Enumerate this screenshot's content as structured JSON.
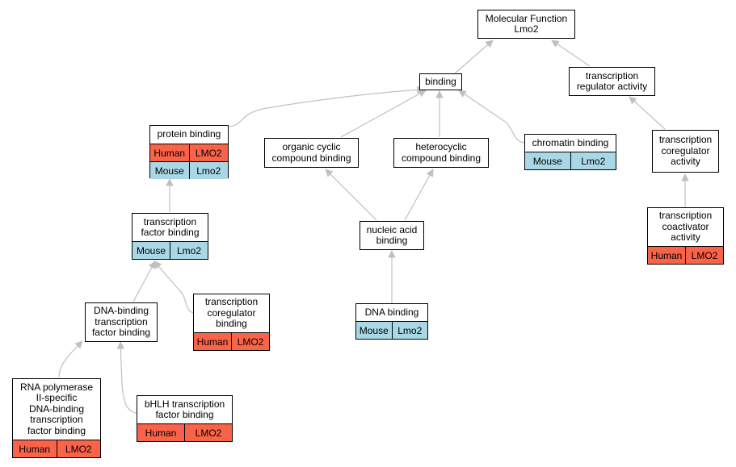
{
  "colors": {
    "human": "#fa6347",
    "mouse": "#a9d7e6",
    "edge": "#c0c0c0"
  },
  "nodes": {
    "mf_lmo2": {
      "label": "Molecular Function\nLmo2"
    },
    "binding": {
      "label": "binding"
    },
    "tr_activity": {
      "label": "transcription\nregulator activity"
    },
    "protein_binding": {
      "label": "protein binding",
      "rows": [
        [
          "Human",
          "LMO2"
        ],
        [
          "Mouse",
          "Lmo2"
        ]
      ]
    },
    "organic_cyclic": {
      "label": "organic cyclic\ncompound binding"
    },
    "heterocyclic": {
      "label": "heterocyclic\ncompound binding"
    },
    "chromatin": {
      "label": "chromatin binding",
      "rows": [
        [
          "Mouse",
          "Lmo2"
        ]
      ]
    },
    "tc_activity": {
      "label": "transcription\ncoregulator\nactivity"
    },
    "tf_binding": {
      "label": "transcription\nfactor binding",
      "rows": [
        [
          "Mouse",
          "Lmo2"
        ]
      ]
    },
    "nucleic_acid": {
      "label": "nucleic acid\nbinding"
    },
    "tcoact_activity": {
      "label": "transcription\ncoactivator\nactivity",
      "rows": [
        [
          "Human",
          "LMO2"
        ]
      ]
    },
    "dna_tf_binding": {
      "label": "DNA-binding\ntranscription\nfactor binding"
    },
    "tcoreg_binding": {
      "label": "transcription\ncoregulator\nbinding",
      "rows": [
        [
          "Human",
          "LMO2"
        ]
      ]
    },
    "dna_binding": {
      "label": "DNA binding",
      "rows": [
        [
          "Mouse",
          "Lmo2"
        ]
      ]
    },
    "rnapol": {
      "label": "RNA polymerase\nII-specific\nDNA-binding\ntranscription\nfactor binding",
      "rows": [
        [
          "Human",
          "LMO2"
        ]
      ]
    },
    "bhlh": {
      "label": "bHLH transcription\nfactor binding",
      "rows": [
        [
          "Human",
          "LMO2"
        ]
      ]
    }
  }
}
